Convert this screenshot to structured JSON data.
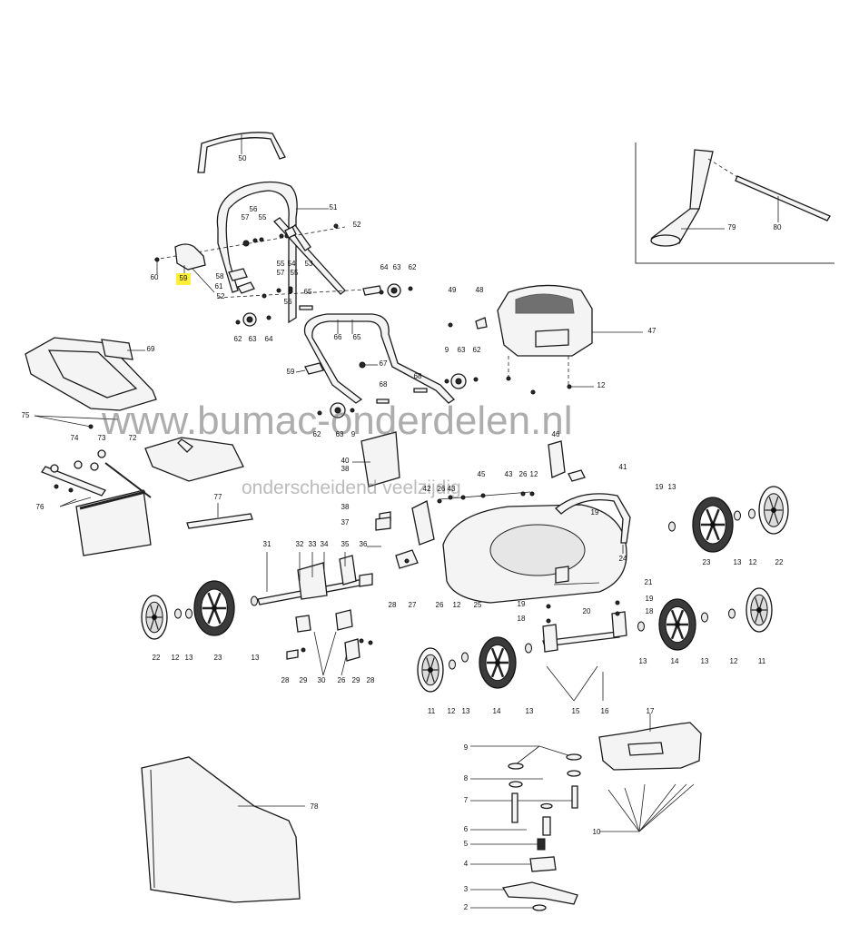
{
  "watermark": {
    "main": "www.bumac-onderdelen.nl",
    "sub": "onderscheidend   veelzijdig"
  },
  "highlight_color": "#ffef3a",
  "highlighted_label": "59",
  "callouts": [
    {
      "id": "c50",
      "text": "50"
    },
    {
      "id": "c51",
      "text": "51"
    },
    {
      "id": "c52a",
      "text": "52"
    },
    {
      "id": "c56a",
      "text": "56"
    },
    {
      "id": "c57a",
      "text": "57"
    },
    {
      "id": "c55a",
      "text": "55"
    },
    {
      "id": "c60",
      "text": "60"
    },
    {
      "id": "c59",
      "text": "59"
    },
    {
      "id": "c58a",
      "text": "58"
    },
    {
      "id": "c61",
      "text": "61"
    },
    {
      "id": "c52b",
      "text": "52"
    },
    {
      "id": "c55b",
      "text": "55"
    },
    {
      "id": "c54",
      "text": "54"
    },
    {
      "id": "c53",
      "text": "53"
    },
    {
      "id": "c57b",
      "text": "57"
    },
    {
      "id": "c55c",
      "text": "55"
    },
    {
      "id": "c56b",
      "text": "56"
    },
    {
      "id": "c65a",
      "text": "65"
    },
    {
      "id": "c62a",
      "text": "62"
    },
    {
      "id": "c63a",
      "text": "63"
    },
    {
      "id": "c64a",
      "text": "64"
    },
    {
      "id": "c66",
      "text": "66"
    },
    {
      "id": "c65b",
      "text": "65"
    },
    {
      "id": "c64b",
      "text": "64"
    },
    {
      "id": "c63b",
      "text": "63"
    },
    {
      "id": "c62b",
      "text": "62"
    },
    {
      "id": "c49",
      "text": "49"
    },
    {
      "id": "c48",
      "text": "48"
    },
    {
      "id": "c47",
      "text": "47"
    },
    {
      "id": "c69",
      "text": "69"
    },
    {
      "id": "c75",
      "text": "75"
    },
    {
      "id": "c59b",
      "text": "59"
    },
    {
      "id": "c67",
      "text": "67"
    },
    {
      "id": "c9a",
      "text": "9"
    },
    {
      "id": "c63c",
      "text": "63"
    },
    {
      "id": "c62c",
      "text": "62"
    },
    {
      "id": "c68a",
      "text": "68"
    },
    {
      "id": "c68b",
      "text": "68"
    },
    {
      "id": "c12a",
      "text": "12"
    },
    {
      "id": "c62d",
      "text": "62"
    },
    {
      "id": "c63d",
      "text": "63"
    },
    {
      "id": "c9b",
      "text": "9"
    },
    {
      "id": "c79",
      "text": "79"
    },
    {
      "id": "c80",
      "text": "80"
    },
    {
      "id": "c74",
      "text": "74"
    },
    {
      "id": "c73",
      "text": "73"
    },
    {
      "id": "c72",
      "text": "72"
    },
    {
      "id": "c76",
      "text": "76"
    },
    {
      "id": "c40",
      "text": "40"
    },
    {
      "id": "c46",
      "text": "46"
    },
    {
      "id": "c41",
      "text": "41"
    },
    {
      "id": "c45",
      "text": "45"
    },
    {
      "id": "c43a",
      "text": "43"
    },
    {
      "id": "c26a",
      "text": "26"
    },
    {
      "id": "c12b",
      "text": "12"
    },
    {
      "id": "c42",
      "text": "42"
    },
    {
      "id": "c26b",
      "text": "26"
    },
    {
      "id": "c43b",
      "text": "43"
    },
    {
      "id": "c38a",
      "text": "38"
    },
    {
      "id": "c38b",
      "text": "38"
    },
    {
      "id": "c37",
      "text": "37"
    },
    {
      "id": "c36",
      "text": "36"
    },
    {
      "id": "c19a",
      "text": "19"
    },
    {
      "id": "c13a",
      "text": "13"
    },
    {
      "id": "c19b",
      "text": "19"
    },
    {
      "id": "c77",
      "text": "77"
    },
    {
      "id": "c24",
      "text": "24"
    },
    {
      "id": "c21",
      "text": "21"
    },
    {
      "id": "c23a",
      "text": "23"
    },
    {
      "id": "c13b",
      "text": "13"
    },
    {
      "id": "c12c",
      "text": "12"
    },
    {
      "id": "c22a",
      "text": "22"
    },
    {
      "id": "c31",
      "text": "31"
    },
    {
      "id": "c32",
      "text": "32"
    },
    {
      "id": "c33",
      "text": "33"
    },
    {
      "id": "c34",
      "text": "34"
    },
    {
      "id": "c35",
      "text": "35"
    },
    {
      "id": "c28a",
      "text": "28"
    },
    {
      "id": "c27",
      "text": "27"
    },
    {
      "id": "c26c",
      "text": "26"
    },
    {
      "id": "c12d",
      "text": "12"
    },
    {
      "id": "c25",
      "text": "25"
    },
    {
      "id": "c19c",
      "text": "19"
    },
    {
      "id": "c18a",
      "text": "18"
    },
    {
      "id": "c20",
      "text": "20"
    },
    {
      "id": "c19d",
      "text": "19"
    },
    {
      "id": "c18b",
      "text": "18"
    },
    {
      "id": "c22b",
      "text": "22"
    },
    {
      "id": "c12e",
      "text": "12"
    },
    {
      "id": "c13c",
      "text": "13"
    },
    {
      "id": "c23b",
      "text": "23"
    },
    {
      "id": "c13d",
      "text": "13"
    },
    {
      "id": "c28b",
      "text": "28"
    },
    {
      "id": "c29a",
      "text": "29"
    },
    {
      "id": "c30",
      "text": "30"
    },
    {
      "id": "c26d",
      "text": "26"
    },
    {
      "id": "c29b",
      "text": "29"
    },
    {
      "id": "c28c",
      "text": "28"
    },
    {
      "id": "c13e",
      "text": "13"
    },
    {
      "id": "c14a",
      "text": "14"
    },
    {
      "id": "c13f",
      "text": "13"
    },
    {
      "id": "c12f",
      "text": "12"
    },
    {
      "id": "c11a",
      "text": "11"
    },
    {
      "id": "c15",
      "text": "15"
    },
    {
      "id": "c16",
      "text": "16"
    },
    {
      "id": "c11b",
      "text": "11"
    },
    {
      "id": "c12g",
      "text": "12"
    },
    {
      "id": "c13g",
      "text": "13"
    },
    {
      "id": "c14b",
      "text": "14"
    },
    {
      "id": "c13h",
      "text": "13"
    },
    {
      "id": "c17",
      "text": "17"
    },
    {
      "id": "c9c",
      "text": "9"
    },
    {
      "id": "c8",
      "text": "8"
    },
    {
      "id": "c7",
      "text": "7"
    },
    {
      "id": "c6",
      "text": "6"
    },
    {
      "id": "c5",
      "text": "5"
    },
    {
      "id": "c4",
      "text": "4"
    },
    {
      "id": "c3",
      "text": "3"
    },
    {
      "id": "c2",
      "text": "2"
    },
    {
      "id": "c10",
      "text": "10"
    },
    {
      "id": "c78",
      "text": "78"
    }
  ]
}
